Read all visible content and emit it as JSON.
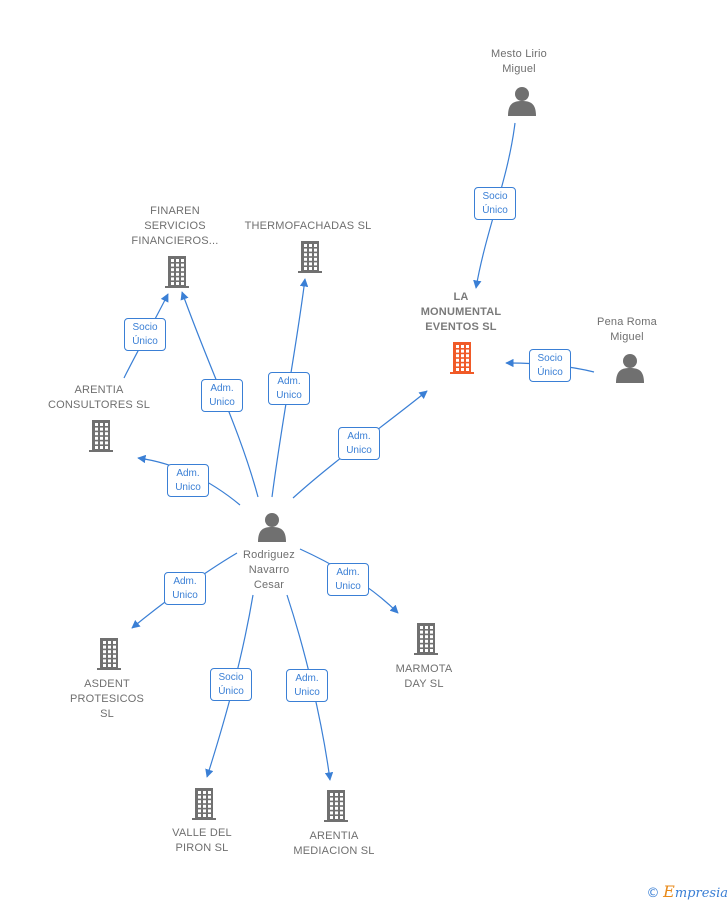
{
  "colors": {
    "edge": "#3a7fd5",
    "icon": "#707070",
    "focus_building": "#f05a28",
    "label_text": "#6f6f6f"
  },
  "nodes": [
    {
      "id": "mesto",
      "kind": "person",
      "lines": [
        "Mesto Lirio",
        "Miguel"
      ]
    },
    {
      "id": "monumental",
      "kind": "building",
      "focus": true,
      "lines": [
        "LA",
        "MONUMENTAL",
        "EVENTOS  SL"
      ]
    },
    {
      "id": "pena",
      "kind": "person",
      "lines": [
        "Pena Roma",
        "Miguel"
      ]
    },
    {
      "id": "finaren",
      "kind": "building",
      "lines": [
        "FINAREN",
        "SERVICIOS",
        "FINANCIEROS..."
      ]
    },
    {
      "id": "thermo",
      "kind": "building",
      "lines": [
        "THERMOFACHADAS SL"
      ]
    },
    {
      "id": "arentia_c",
      "kind": "building",
      "lines": [
        "ARENTIA",
        "CONSULTORES SL"
      ]
    },
    {
      "id": "rodriguez",
      "kind": "person",
      "lines": [
        "Rodriguez",
        "Navarro",
        "Cesar"
      ]
    },
    {
      "id": "asdent",
      "kind": "building",
      "lines": [
        "ASDENT",
        "PROTESICOS",
        "SL"
      ]
    },
    {
      "id": "marmota",
      "kind": "building",
      "lines": [
        "MARMOTA",
        "DAY SL"
      ]
    },
    {
      "id": "valle",
      "kind": "building",
      "lines": [
        "VALLE DEL",
        "PIRON SL"
      ]
    },
    {
      "id": "arentia_m",
      "kind": "building",
      "lines": [
        "ARENTIA",
        "MEDIACION  SL"
      ]
    }
  ],
  "edges": [
    {
      "id": "e1",
      "from": "mesto",
      "to": "monumental",
      "label": [
        "Socio",
        "Único"
      ]
    },
    {
      "id": "e2",
      "from": "pena",
      "to": "monumental",
      "label": [
        "Socio",
        "Único"
      ]
    },
    {
      "id": "e3",
      "from": "arentia_c",
      "to": "finaren",
      "label": [
        "Socio",
        "Único"
      ]
    },
    {
      "id": "e4",
      "from": "rodriguez",
      "to": "finaren",
      "label": [
        "Adm.",
        "Unico"
      ]
    },
    {
      "id": "e5",
      "from": "rodriguez",
      "to": "thermo",
      "label": [
        "Adm.",
        "Unico"
      ]
    },
    {
      "id": "e6",
      "from": "rodriguez",
      "to": "monumental",
      "label": [
        "Adm.",
        "Unico"
      ]
    },
    {
      "id": "e7",
      "from": "rodriguez",
      "to": "arentia_c",
      "label": [
        "Adm.",
        "Unico"
      ]
    },
    {
      "id": "e8",
      "from": "rodriguez",
      "to": "asdent",
      "label": [
        "Adm.",
        "Unico"
      ]
    },
    {
      "id": "e9",
      "from": "rodriguez",
      "to": "marmota",
      "label": [
        "Adm.",
        "Unico"
      ]
    },
    {
      "id": "e10",
      "from": "rodriguez",
      "to": "valle",
      "label": [
        "Socio",
        "Único"
      ]
    },
    {
      "id": "e11",
      "from": "rodriguez",
      "to": "arentia_m",
      "label": [
        "Adm.",
        "Unico"
      ]
    }
  ],
  "footer": {
    "copyright": "©",
    "brand_initial": "E",
    "brand_rest": "mpresia"
  }
}
